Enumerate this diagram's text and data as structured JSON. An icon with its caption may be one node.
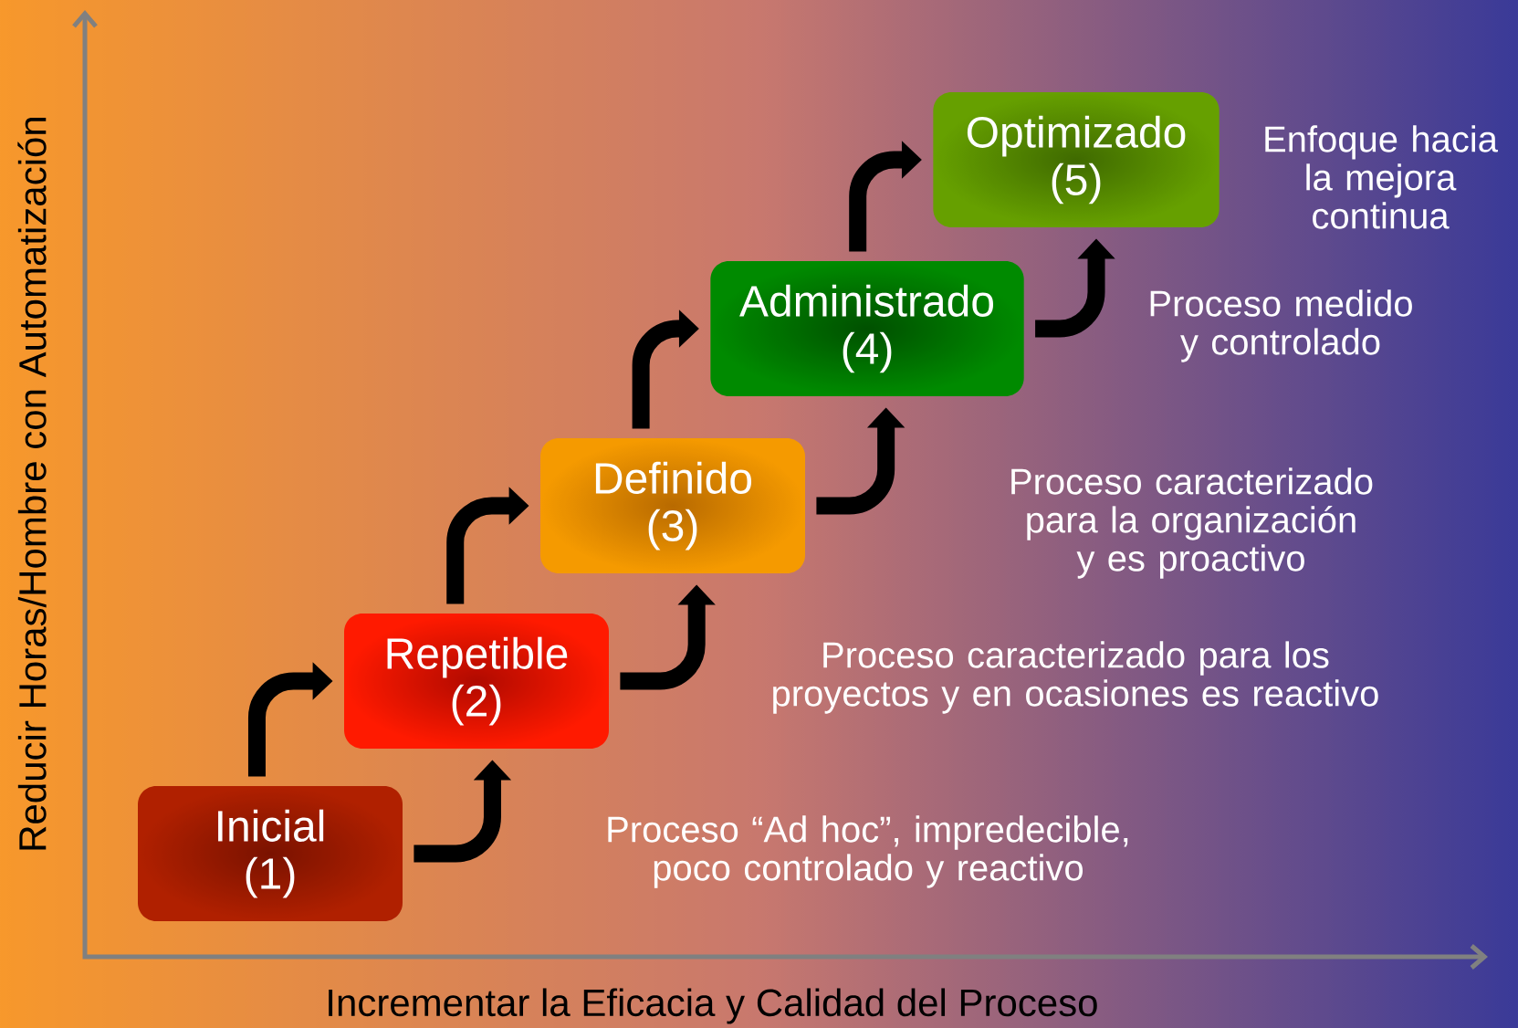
{
  "diagram": {
    "nodes": [
      {
        "text": [
          "Inicial (1)"
        ]
      },
      {
        "text": [
          "Repetible (2)"
        ]
      },
      {
        "text": [
          "Definido (3)"
        ]
      },
      {
        "text": [
          "Administrado (4)"
        ]
      },
      {
        "text": [
          "Optimizado (5)"
        ]
      }
    ],
    "edges": [
      {
        "from": 0,
        "to": 1,
        "arrow": "to"
      },
      {
        "from": 0,
        "to": 1,
        "arrow": "to"
      },
      {
        "from": 1,
        "to": 2,
        "arrow": "to"
      },
      {
        "from": 1,
        "to": 2,
        "arrow": "to"
      },
      {
        "from": 2,
        "to": 3,
        "arrow": "to"
      },
      {
        "from": 2,
        "to": 3,
        "arrow": "to"
      },
      {
        "from": 3,
        "to": 4,
        "arrow": "to"
      },
      {
        "from": 3,
        "to": 4,
        "arrow": "to"
      }
    ],
    "labels": [
      "Reducir Horas/Hombre con Automatización",
      "Enfoque hacia la mejora continua",
      "Proceso medido y controlado",
      "Proceso caracterizado para la organización y es proactivo",
      "Proceso caracterizado para los proyectos y en ocasiones es reactivo",
      "Proceso “Ad hoc”, impredecible, poco controlado y reactivo",
      "Incrementar la Eficacia y Calidad del Proceso"
    ]
  }
}
